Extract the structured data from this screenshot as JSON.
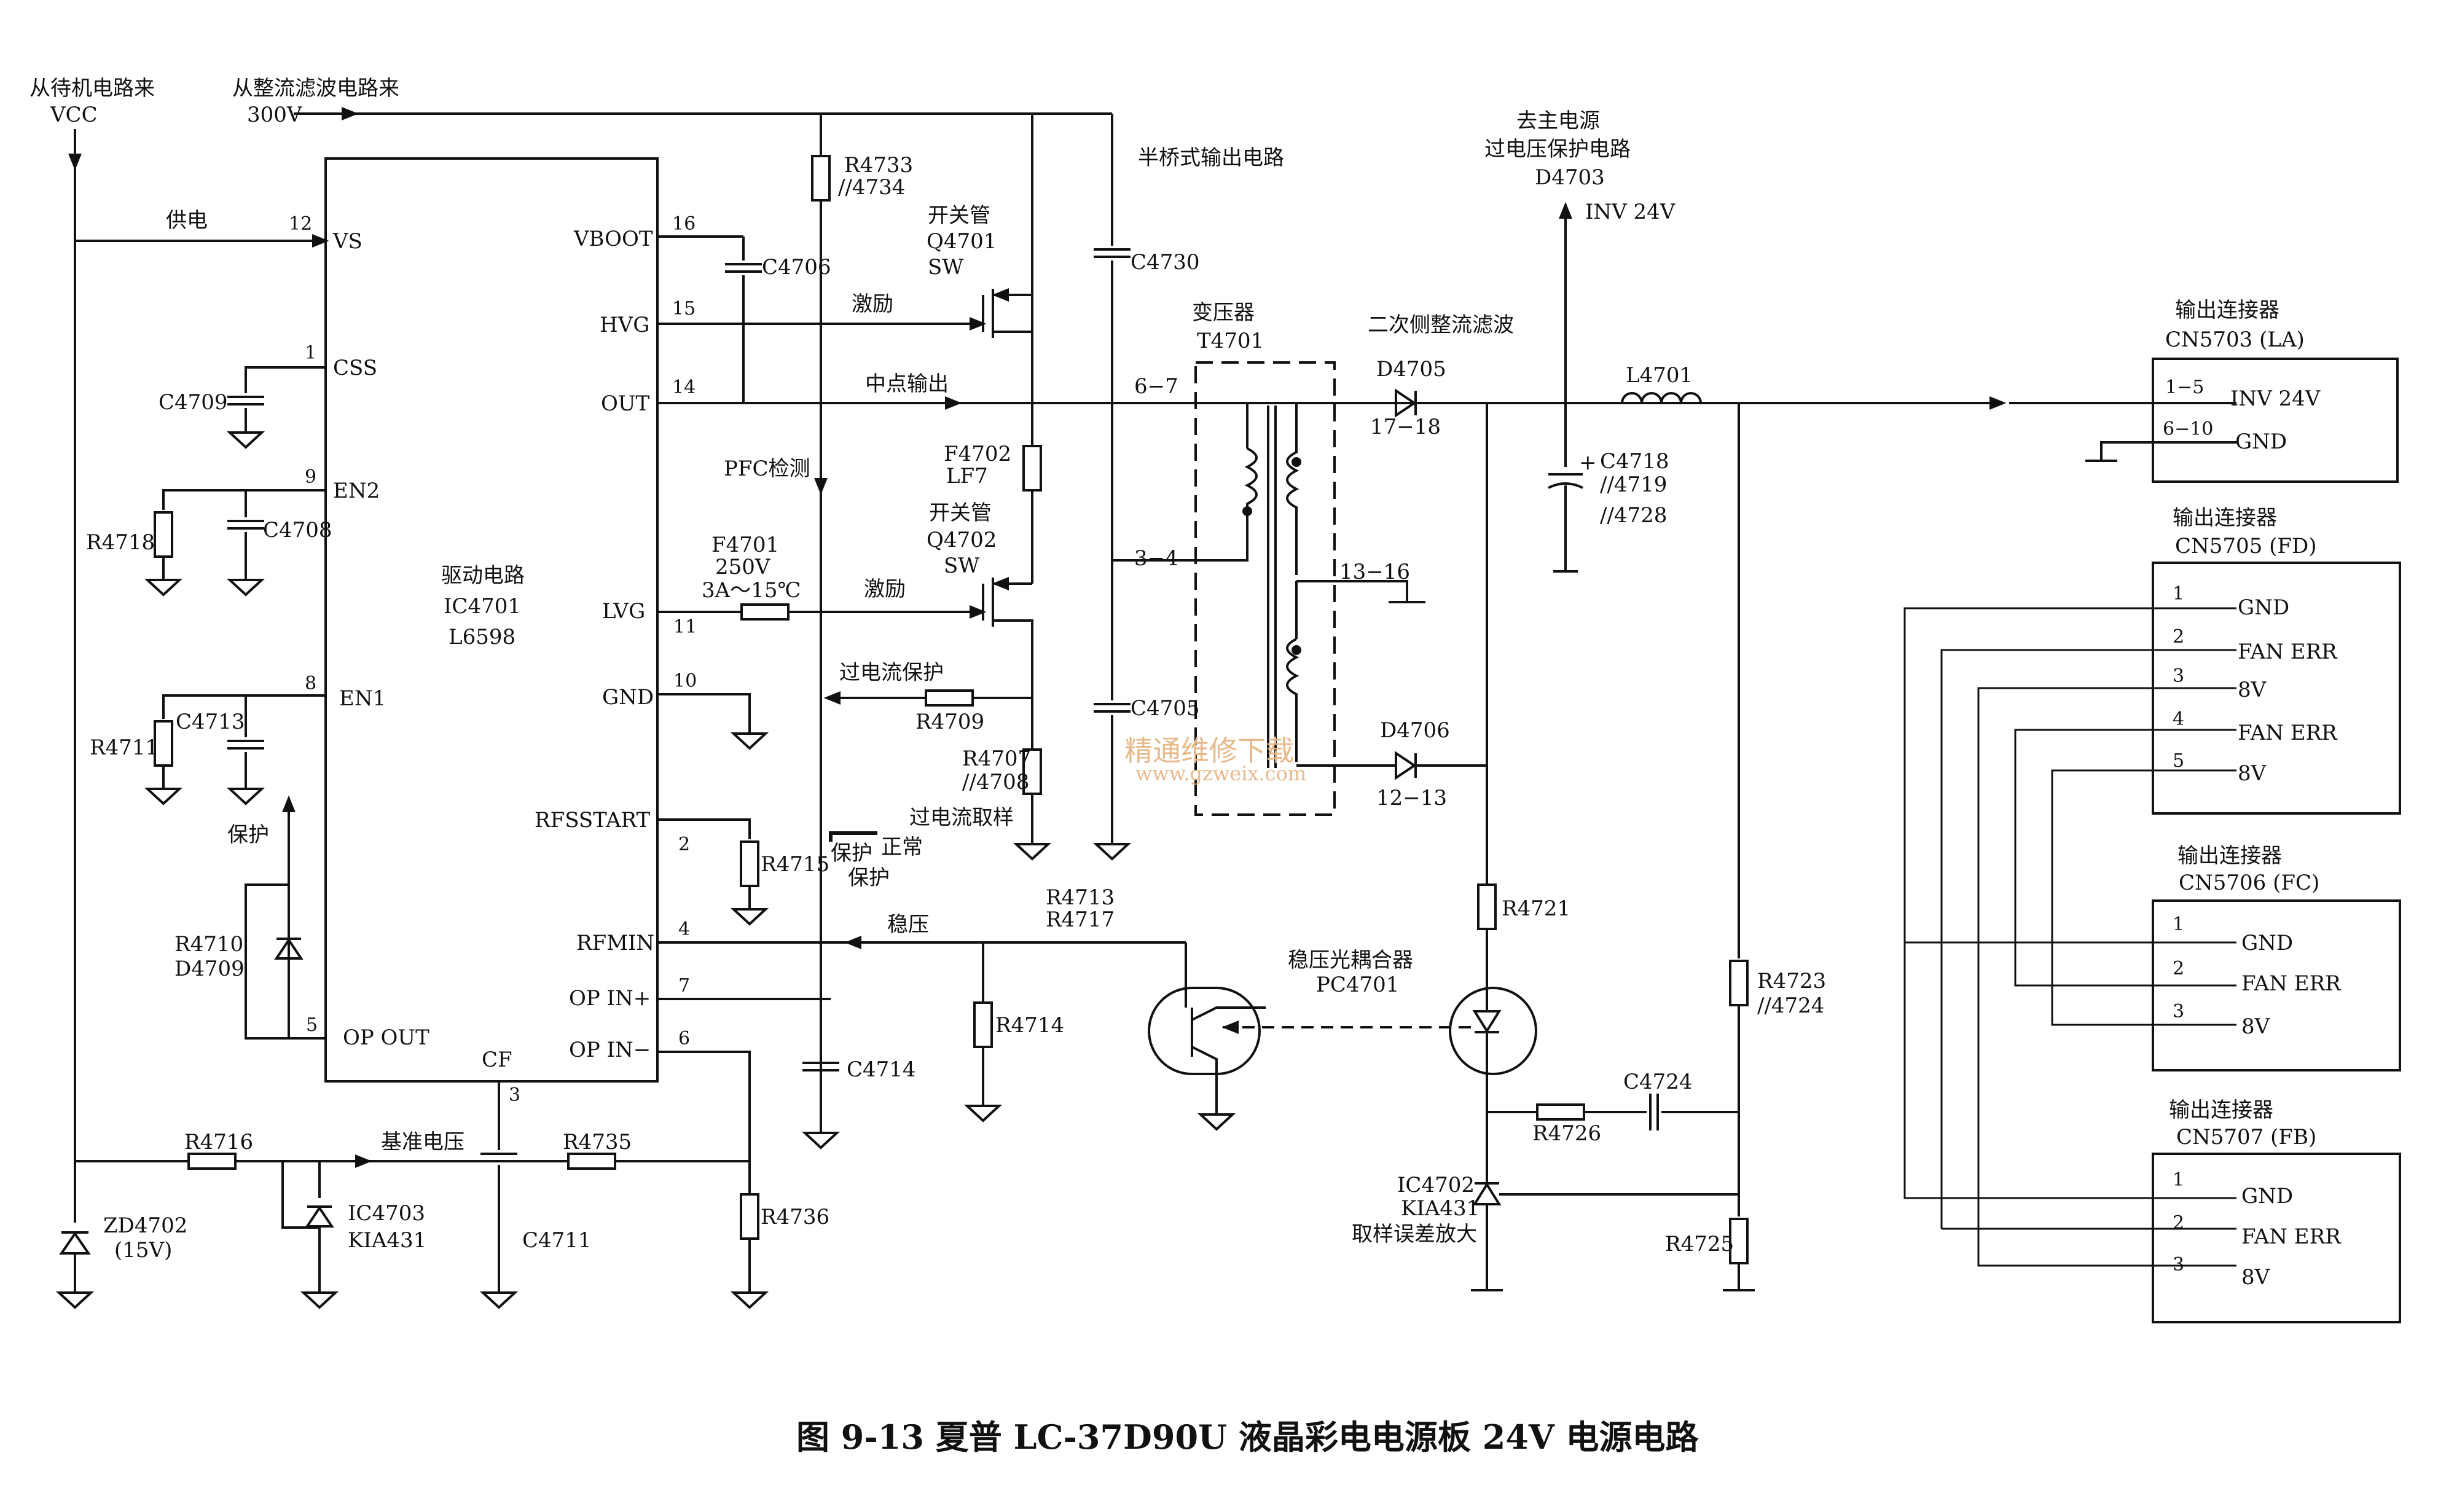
{
  "top": {
    "vcc_from": "从待机电路来",
    "vcc": "VCC",
    "hv_from": "从整流滤波电路来",
    "hv": "300V",
    "half_bridge": "半桥式输出电路"
  },
  "ic": {
    "title": "驱动电路",
    "ref": "IC4701",
    "part": "L6598",
    "pins_left": [
      {
        "num": "12",
        "name": "VS"
      },
      {
        "num": "1",
        "name": "CSS"
      },
      {
        "num": "9",
        "name": "EN2"
      },
      {
        "num": "8",
        "name": "EN1"
      },
      {
        "num": "5",
        "name": "OP OUT"
      }
    ],
    "pins_right": [
      {
        "num": "16",
        "name": "VBOOT"
      },
      {
        "num": "15",
        "name": "HVG"
      },
      {
        "num": "14",
        "name": "OUT"
      },
      {
        "num": "11",
        "name": "LVG"
      },
      {
        "num": "10",
        "name": "GND"
      },
      {
        "num": "2",
        "name": "RFSSTART"
      },
      {
        "num": "4",
        "name": "RFMIN"
      },
      {
        "num": "7",
        "name": "OP IN+"
      },
      {
        "num": "6",
        "name": "OP IN−"
      }
    ],
    "pin_cf": "CF",
    "pin_cf_num": "3"
  },
  "signals": {
    "supply": "供电",
    "excite1": "激励",
    "excite2": "激励",
    "midpoint": "中点输出",
    "pfc": "PFC检测",
    "oc_protect": "过电流保护",
    "oc_sample": "过电流取样",
    "protect_1": "保护",
    "protect_2": "保护",
    "protect_3": "保护",
    "normal": "正常",
    "regulate": "稳压",
    "reference": "基准电压",
    "secondary": "二次侧整流滤波",
    "to_main": "去主电源",
    "ovp": "过电压保护电路",
    "inv24": "INV  24V"
  },
  "parts": {
    "r4733": "R4733",
    "r4734": "//4734",
    "c4706": "C4706",
    "c4730": "C4730",
    "c4709": "C4709",
    "r4718": "R4718",
    "c4708": "C4708",
    "r4711": "R4711",
    "c4713": "C4713",
    "r4710": "R4710",
    "d4709": "D4709",
    "q4701_label": "开关管",
    "q4701": "Q4701",
    "q4701_sw": "SW",
    "q4702_label": "开关管",
    "q4702": "Q4702",
    "q4702_sw": "SW",
    "f4702": "F4702",
    "f4702_lf": "LF7",
    "f4701": "F4701",
    "f4701_v": "250V",
    "f4701_a": "3A～15℃",
    "r4709": "R4709",
    "r4707": "R4707",
    "r4708": "//4708",
    "c4705": "C4705",
    "r4715": "R4715",
    "r4713": "R4713",
    "r4717": "R4717",
    "r4714": "R4714",
    "c4714": "C4714",
    "r4716": "R4716",
    "r4735": "R4735",
    "ic4703": "IC4703",
    "kia431_a": "KIA431",
    "c4711": "C4711",
    "r4736": "R4736",
    "zd4702": "ZD4702",
    "zd4702_v": "(15V)",
    "t_label": "变压器",
    "t4701": "T4701",
    "t_67": "6−7",
    "t_34": "3−4",
    "t_1316": "13−16",
    "d4705": "D4705",
    "d4705_pins": "17−18",
    "d4706": "D4706",
    "d4706_pins": "12−13",
    "d4703": "D4703",
    "c4718": "C4718",
    "c4719": "//4719",
    "c4728": "//4728",
    "l4701": "L4701",
    "r4721": "R4721",
    "oc_label": "稳压光耦合器",
    "pc4701": "PC4701",
    "r4723": "R4723",
    "r4724": "//4724",
    "c4724": "C4724",
    "r4726": "R4726",
    "ic4702": "IC4702",
    "kia431_b": "KIA431",
    "sample_amp": "取样误差放大",
    "r4725": "R4725"
  },
  "connectors": [
    {
      "title": "输出连接器",
      "ref": "CN5703 (LA)",
      "pins": [
        {
          "num": "1−5",
          "name": "INV 24V"
        },
        {
          "num": "6−10",
          "name": "GND"
        }
      ]
    },
    {
      "title": "输出连接器",
      "ref": "CN5705 (FD)",
      "pins": [
        {
          "num": "1",
          "name": "GND"
        },
        {
          "num": "2",
          "name": "FAN ERR"
        },
        {
          "num": "3",
          "name": "8V"
        },
        {
          "num": "4",
          "name": "FAN ERR"
        },
        {
          "num": "5",
          "name": "8V"
        }
      ]
    },
    {
      "title": "输出连接器",
      "ref": "CN5706 (FC)",
      "pins": [
        {
          "num": "1",
          "name": "GND"
        },
        {
          "num": "2",
          "name": "FAN  ERR"
        },
        {
          "num": "3",
          "name": "8V"
        }
      ]
    },
    {
      "title": "输出连接器",
      "ref": "CN5707 (FB)",
      "pins": [
        {
          "num": "1",
          "name": "GND"
        },
        {
          "num": "2",
          "name": "FAN  ERR"
        },
        {
          "num": "3",
          "name": "8V"
        }
      ]
    }
  ],
  "watermark": {
    "cn": "精通维修下载",
    "url": "www.gzweix.com"
  },
  "caption": "图 9-13    夏普 LC-37D90U 液晶彩电电源板 24V 电源电路"
}
